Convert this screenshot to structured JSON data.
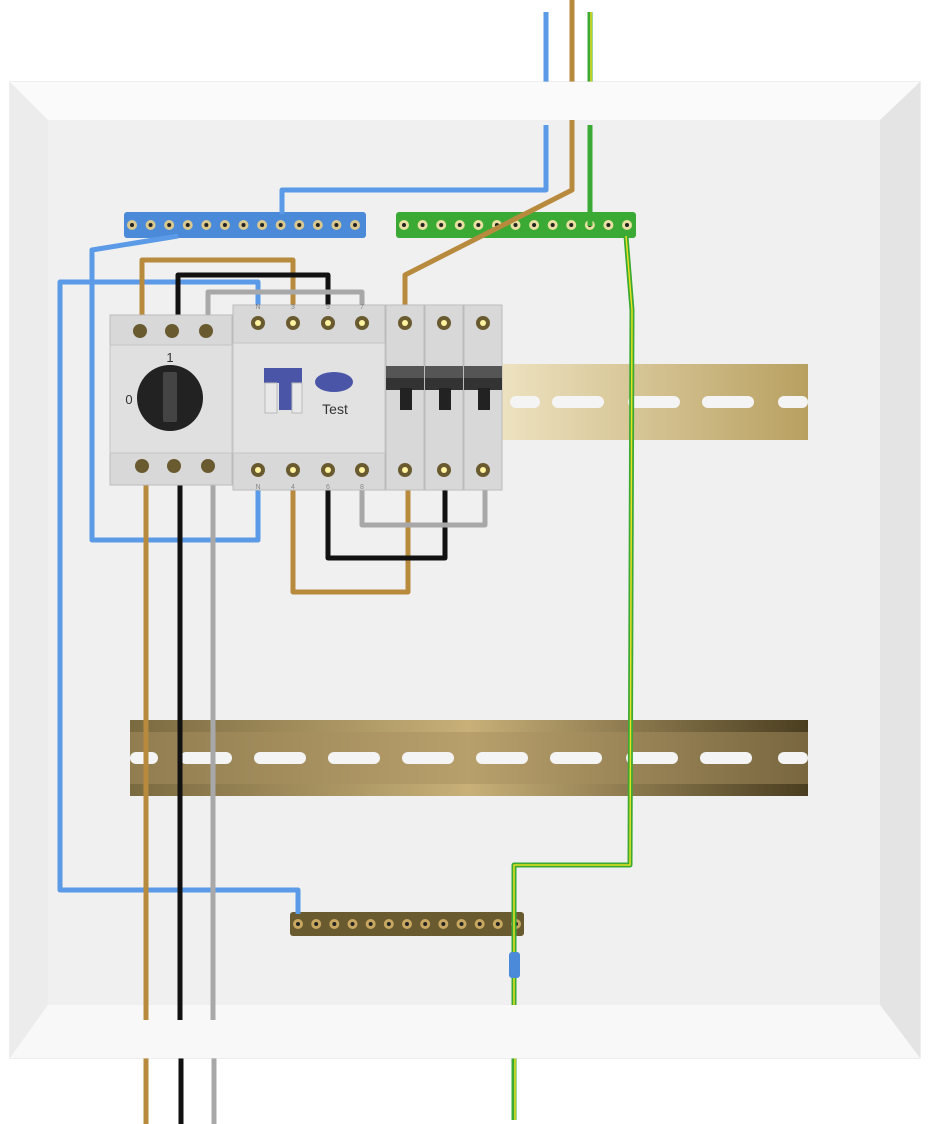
{
  "switch": {
    "label_on": "1",
    "label_off": "0"
  },
  "rcd": {
    "test_label": "Test",
    "top_terminals": [
      "N",
      "3",
      "5",
      "7"
    ],
    "bottom_terminals": [
      "N",
      "4",
      "6",
      "8"
    ]
  },
  "colors": {
    "neutral": "#5a9ae6",
    "phase1": "#b88a3e",
    "phase2": "#111111",
    "phase3": "#a8a8a8",
    "earth_green": "#3aaa35",
    "earth_yellow": "#e8e020",
    "enclosure": "#f2f2f2",
    "brass": "#8a7440"
  }
}
